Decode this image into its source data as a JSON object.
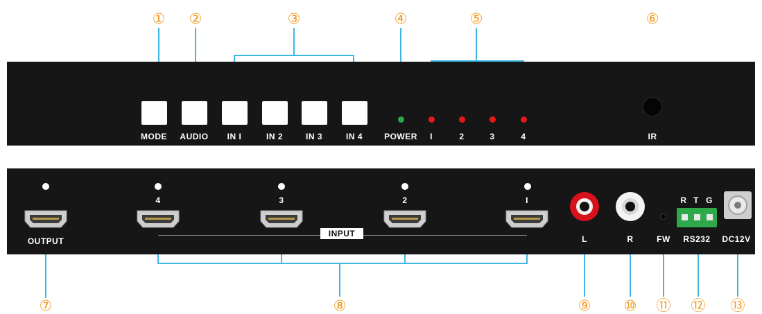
{
  "callouts": [
    "①",
    "②",
    "③",
    "④",
    "⑤",
    "⑥",
    "⑦",
    "⑧",
    "⑨",
    "⑩",
    "⑪",
    "⑫",
    "⑬"
  ],
  "front": {
    "buttons": [
      "MODE",
      "AUDIO",
      "IN I",
      "IN 2",
      "IN 3",
      "IN 4"
    ],
    "power_label": "POWER",
    "led_labels": [
      "I",
      "2",
      "3",
      "4"
    ],
    "ir_label": "IR"
  },
  "rear": {
    "output_label": "OUTPUT",
    "port_numbers": [
      "4",
      "3",
      "2",
      "I"
    ],
    "input_label": "INPUT",
    "audio_left": "L",
    "audio_right": "R",
    "fw_label": "FW",
    "rs232_pins": [
      "R",
      "T",
      "G"
    ],
    "rs232_label": "RS232",
    "dc_label": "DC12V"
  },
  "colors": {
    "panel": "#161616",
    "callout": "#f29a1e",
    "led_active": "#e5191b",
    "power_led": "#2ba84a",
    "terminal": "#2ea84a",
    "connector_line": "#3db7e4"
  }
}
